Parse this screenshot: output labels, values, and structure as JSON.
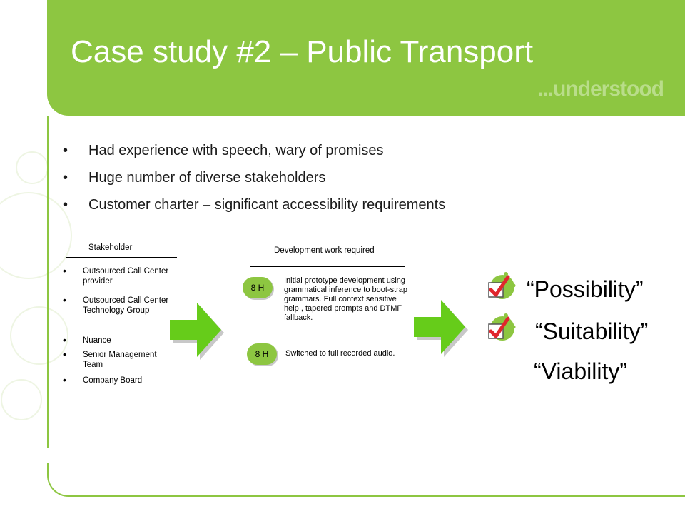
{
  "slide": {
    "title": "Case study #2 – Public Transport",
    "tagline": "...understood",
    "bullets": [
      "Had experience with speech, wary of promises",
      "Huge number of diverse stakeholders",
      "Customer charter – significant accessibility requirements"
    ]
  },
  "diagram": {
    "stakeholder_heading": "Stakeholder",
    "stakeholders": [
      "Outsourced Call Center provider",
      "Outsourced Call Center Technology Group",
      "Nuance",
      "Senior Management Team",
      "Company Board"
    ],
    "dev_heading": "Development work required",
    "tasks": [
      {
        "effort": "8 H",
        "description": "Initial prototype development using grammatical inference to boot-strap grammars. Full context sensitive help , tapered prompts and DTMF fallback."
      },
      {
        "effort": "8 H",
        "description": "Switched to full recorded audio."
      }
    ],
    "outcomes": [
      {
        "text": "“Possibility”",
        "checked": true
      },
      {
        "text": "“Suitability”",
        "checked": true
      },
      {
        "text": "“Viability”",
        "checked": false
      }
    ]
  },
  "colors": {
    "accent": "#8dc641",
    "check": "#e0262c"
  }
}
